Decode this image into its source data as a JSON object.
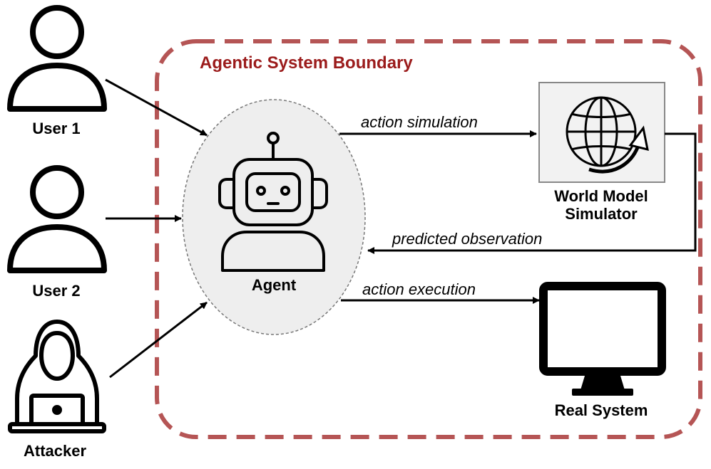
{
  "boundary": {
    "title": "Agentic System Boundary",
    "color": "#b55555",
    "title_color": "#9b1b1b"
  },
  "actors": [
    {
      "id": "user1",
      "label": "User 1",
      "icon": "person-icon"
    },
    {
      "id": "user2",
      "label": "User 2",
      "icon": "person-icon"
    },
    {
      "id": "attacker",
      "label": "Attacker",
      "icon": "hooded-hacker-laptop-icon"
    }
  ],
  "agent": {
    "label": "Agent",
    "icon": "robot-icon",
    "halo_color": "#eeeeee"
  },
  "world_model": {
    "label_line1": "World Model",
    "label_line2": "Simulator",
    "icon": "globe-arrow-icon",
    "box_color": "#f2f2f2"
  },
  "real_system": {
    "label": "Real System",
    "icon": "monitor-icon"
  },
  "edges": {
    "action_simulation": "action simulation",
    "predicted_observation": "predicted observation",
    "action_execution": "action execution"
  }
}
